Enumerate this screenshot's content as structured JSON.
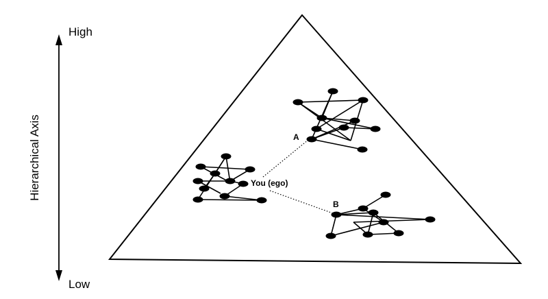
{
  "axis": {
    "high_label": "High",
    "low_label": "Low",
    "title": "Hierarchical Axis"
  },
  "labels": {
    "ego": "You (ego)",
    "cluster_a": "A",
    "cluster_b": "B"
  },
  "colors": {
    "ink": "#000000",
    "background": "#ffffff"
  }
}
